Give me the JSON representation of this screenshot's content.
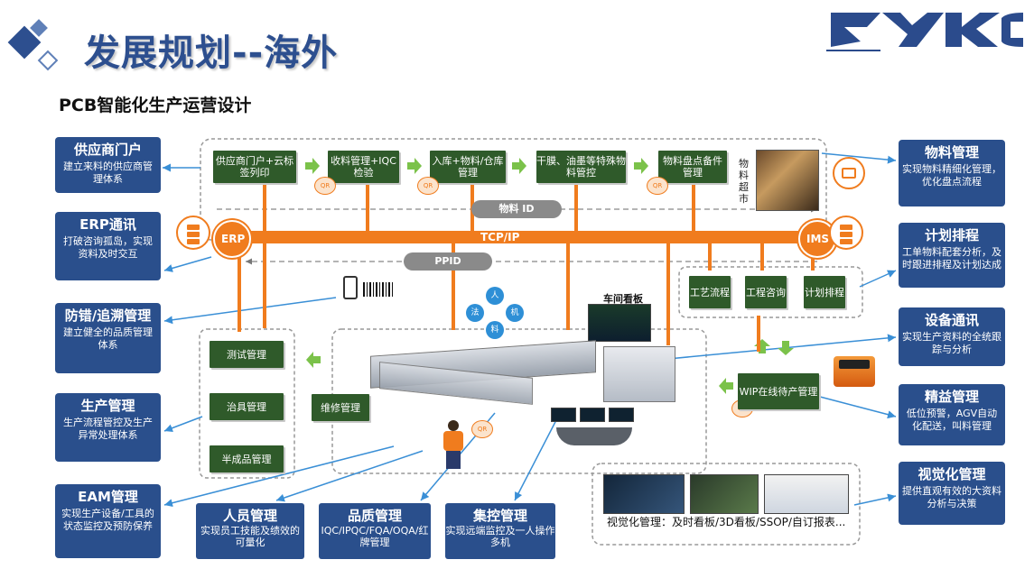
{
  "header": {
    "title": "发展规划--海外",
    "subtitle": "PCB智能化生产运营设计"
  },
  "left_boxes": [
    {
      "title": "供应商门户",
      "desc": "建立来料的供应商管理体系"
    },
    {
      "title": "ERP通讯",
      "desc": "打破咨询孤岛，实现资料及时交互"
    },
    {
      "title": "防错/追溯管理",
      "desc": "建立健全的品质管理体系"
    },
    {
      "title": "生产管理",
      "desc": "生产流程管控及生产异常处理体系"
    },
    {
      "title": "EAM管理",
      "desc": "实现生产设备/工具的状态监控及预防保养"
    }
  ],
  "right_boxes": [
    {
      "title": "物料管理",
      "desc": "实现物料精细化管理，优化盘点流程"
    },
    {
      "title": "计划排程",
      "desc": "工单物料配套分析，及时跟进排程及计划达成"
    },
    {
      "title": "设备通讯",
      "desc": "实现生产资料的全统跟踪与分析"
    },
    {
      "title": "精益管理",
      "desc": "低位预警，AGV自动化配送，叫料管理"
    },
    {
      "title": "视觉化管理",
      "desc": "提供直观有效的大资料分析与决策"
    }
  ],
  "bottom_boxes": [
    {
      "title": "人员管理",
      "desc": "实现员工技能及绩效的可量化"
    },
    {
      "title": "品质管理",
      "desc": "IQC/IPQC/FQA/OQA/红牌管理"
    },
    {
      "title": "集控管理",
      "desc": "实现远端监控及一人操作多机"
    }
  ],
  "flow_steps": [
    "供应商门户+云标签列印",
    "收料管理+IQC检验",
    "入库+物料/仓库管理",
    "干膜、油墨等特殊物料管控",
    "物料盘点备件管理"
  ],
  "supermarket_label": "物料超市",
  "material_id": "物料 ID",
  "tcp_ip": "TCP/IP",
  "ppid": "PPID",
  "erp_label": "ERP",
  "ims_label": "IMS",
  "plan_steps": [
    "工艺流程",
    "工程咨询",
    "计划排程"
  ],
  "left_steps": [
    "测试管理",
    "治具管理",
    "半成品管理"
  ],
  "repair_label": "维修管理",
  "wip_label": "WIP在线待产管理",
  "kanban_label": "车间看板",
  "rfid_label": "QR",
  "quad": [
    "人",
    "法",
    "机",
    "料"
  ],
  "visual_caption": "视觉化管理：及时看板/3D看板/SSOP/自订报表...",
  "colors": {
    "blue": "#2a4f8c",
    "green": "#2f5a2a",
    "orange": "#f07c1e",
    "arrow": "#3a8fd6"
  }
}
